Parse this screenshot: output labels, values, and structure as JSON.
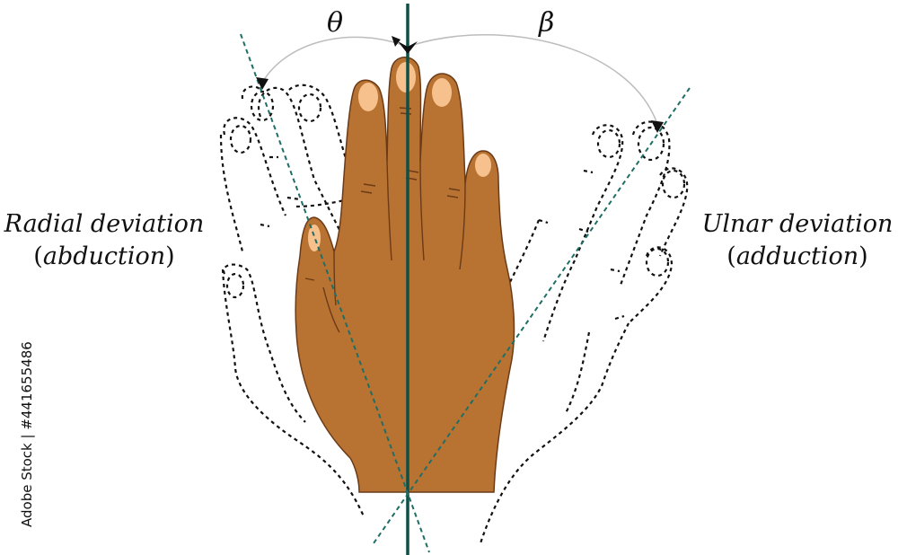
{
  "labels": {
    "left_title": "Radial deviation",
    "left_sub": "abduction",
    "right_title": "Ulnar deviation",
    "right_sub": "adduction",
    "angle_left": "θ",
    "angle_right": "β",
    "watermark": "Adobe Stock | #441655486"
  },
  "colors": {
    "skin": "#b87333",
    "skin_outline": "#6b3a17",
    "nail": "#f7c18d",
    "axis_line": "#0e4f47",
    "deviation_line": "#1f6e66",
    "dotted_hand": "#111111",
    "arc": "#bdbdbd"
  },
  "icons": [
    "hand-illustration",
    "dotted-hand-left",
    "dotted-hand-right",
    "arrow-head-icon"
  ]
}
